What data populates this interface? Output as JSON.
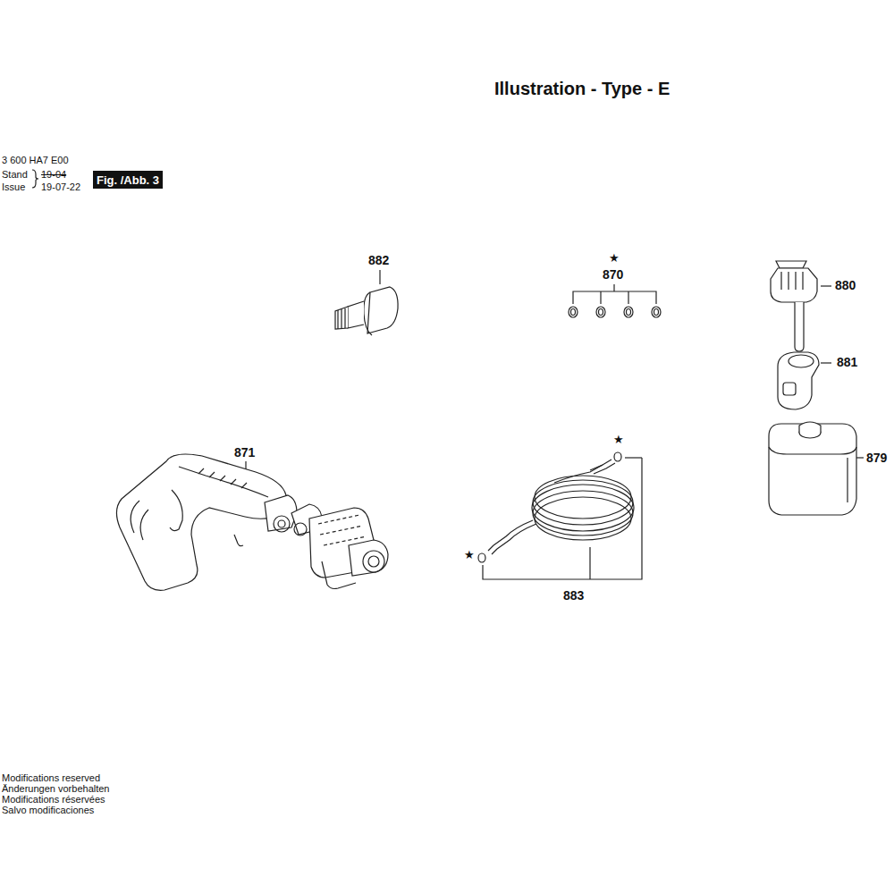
{
  "diagram": {
    "title": "Illustration - Type - E",
    "nodes": [
      {
        "text": [
          "Fig. /Abb. 3"
        ]
      }
    ],
    "labels": [
      "3 600 HA7 E00",
      "Stand",
      "19-04",
      "Issue",
      "19-07-22",
      "882",
      "★",
      "870",
      "880",
      "881",
      "871",
      "★",
      "879",
      "★",
      "883",
      "Modifications reserved",
      "Änderungen vorbehalten",
      "Modifications réservées",
      "Salvo modificaciones"
    ]
  }
}
